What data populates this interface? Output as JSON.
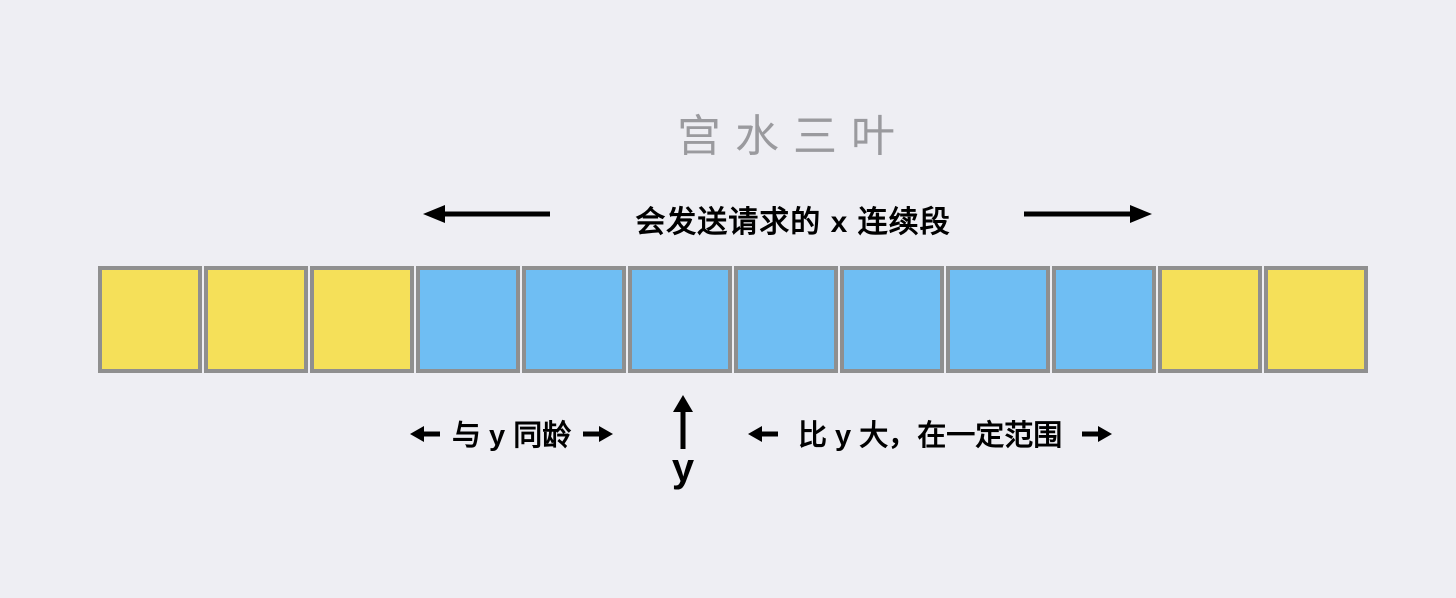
{
  "watermark": "宫水三叶",
  "header": {
    "label": "会发送请求的 x 连续段"
  },
  "diagram": {
    "cell_count": 12,
    "cells": [
      "yellow",
      "yellow",
      "yellow",
      "blue",
      "blue",
      "blue",
      "blue",
      "blue",
      "blue",
      "blue",
      "yellow",
      "yellow"
    ],
    "yellow_meaning_left": "与 y 同龄",
    "blue_meaning": "比 y 大，在一定范围"
  },
  "annotations": {
    "left_label": "与 y 同龄",
    "pointer_label": "y",
    "right_label": "比 y 大，在一定范围"
  },
  "icons": {
    "long_left_arrow": "←",
    "long_right_arrow": "→",
    "short_left_arrow": "←",
    "short_right_arrow": "→",
    "up_arrow": "↑"
  },
  "colors": {
    "yellow": "#F5E059",
    "blue": "#6FBEF3",
    "cell_border": "#8F8F8F",
    "background": "#EEEEF3",
    "watermark": "#9A9A9E",
    "text": "#000000"
  }
}
